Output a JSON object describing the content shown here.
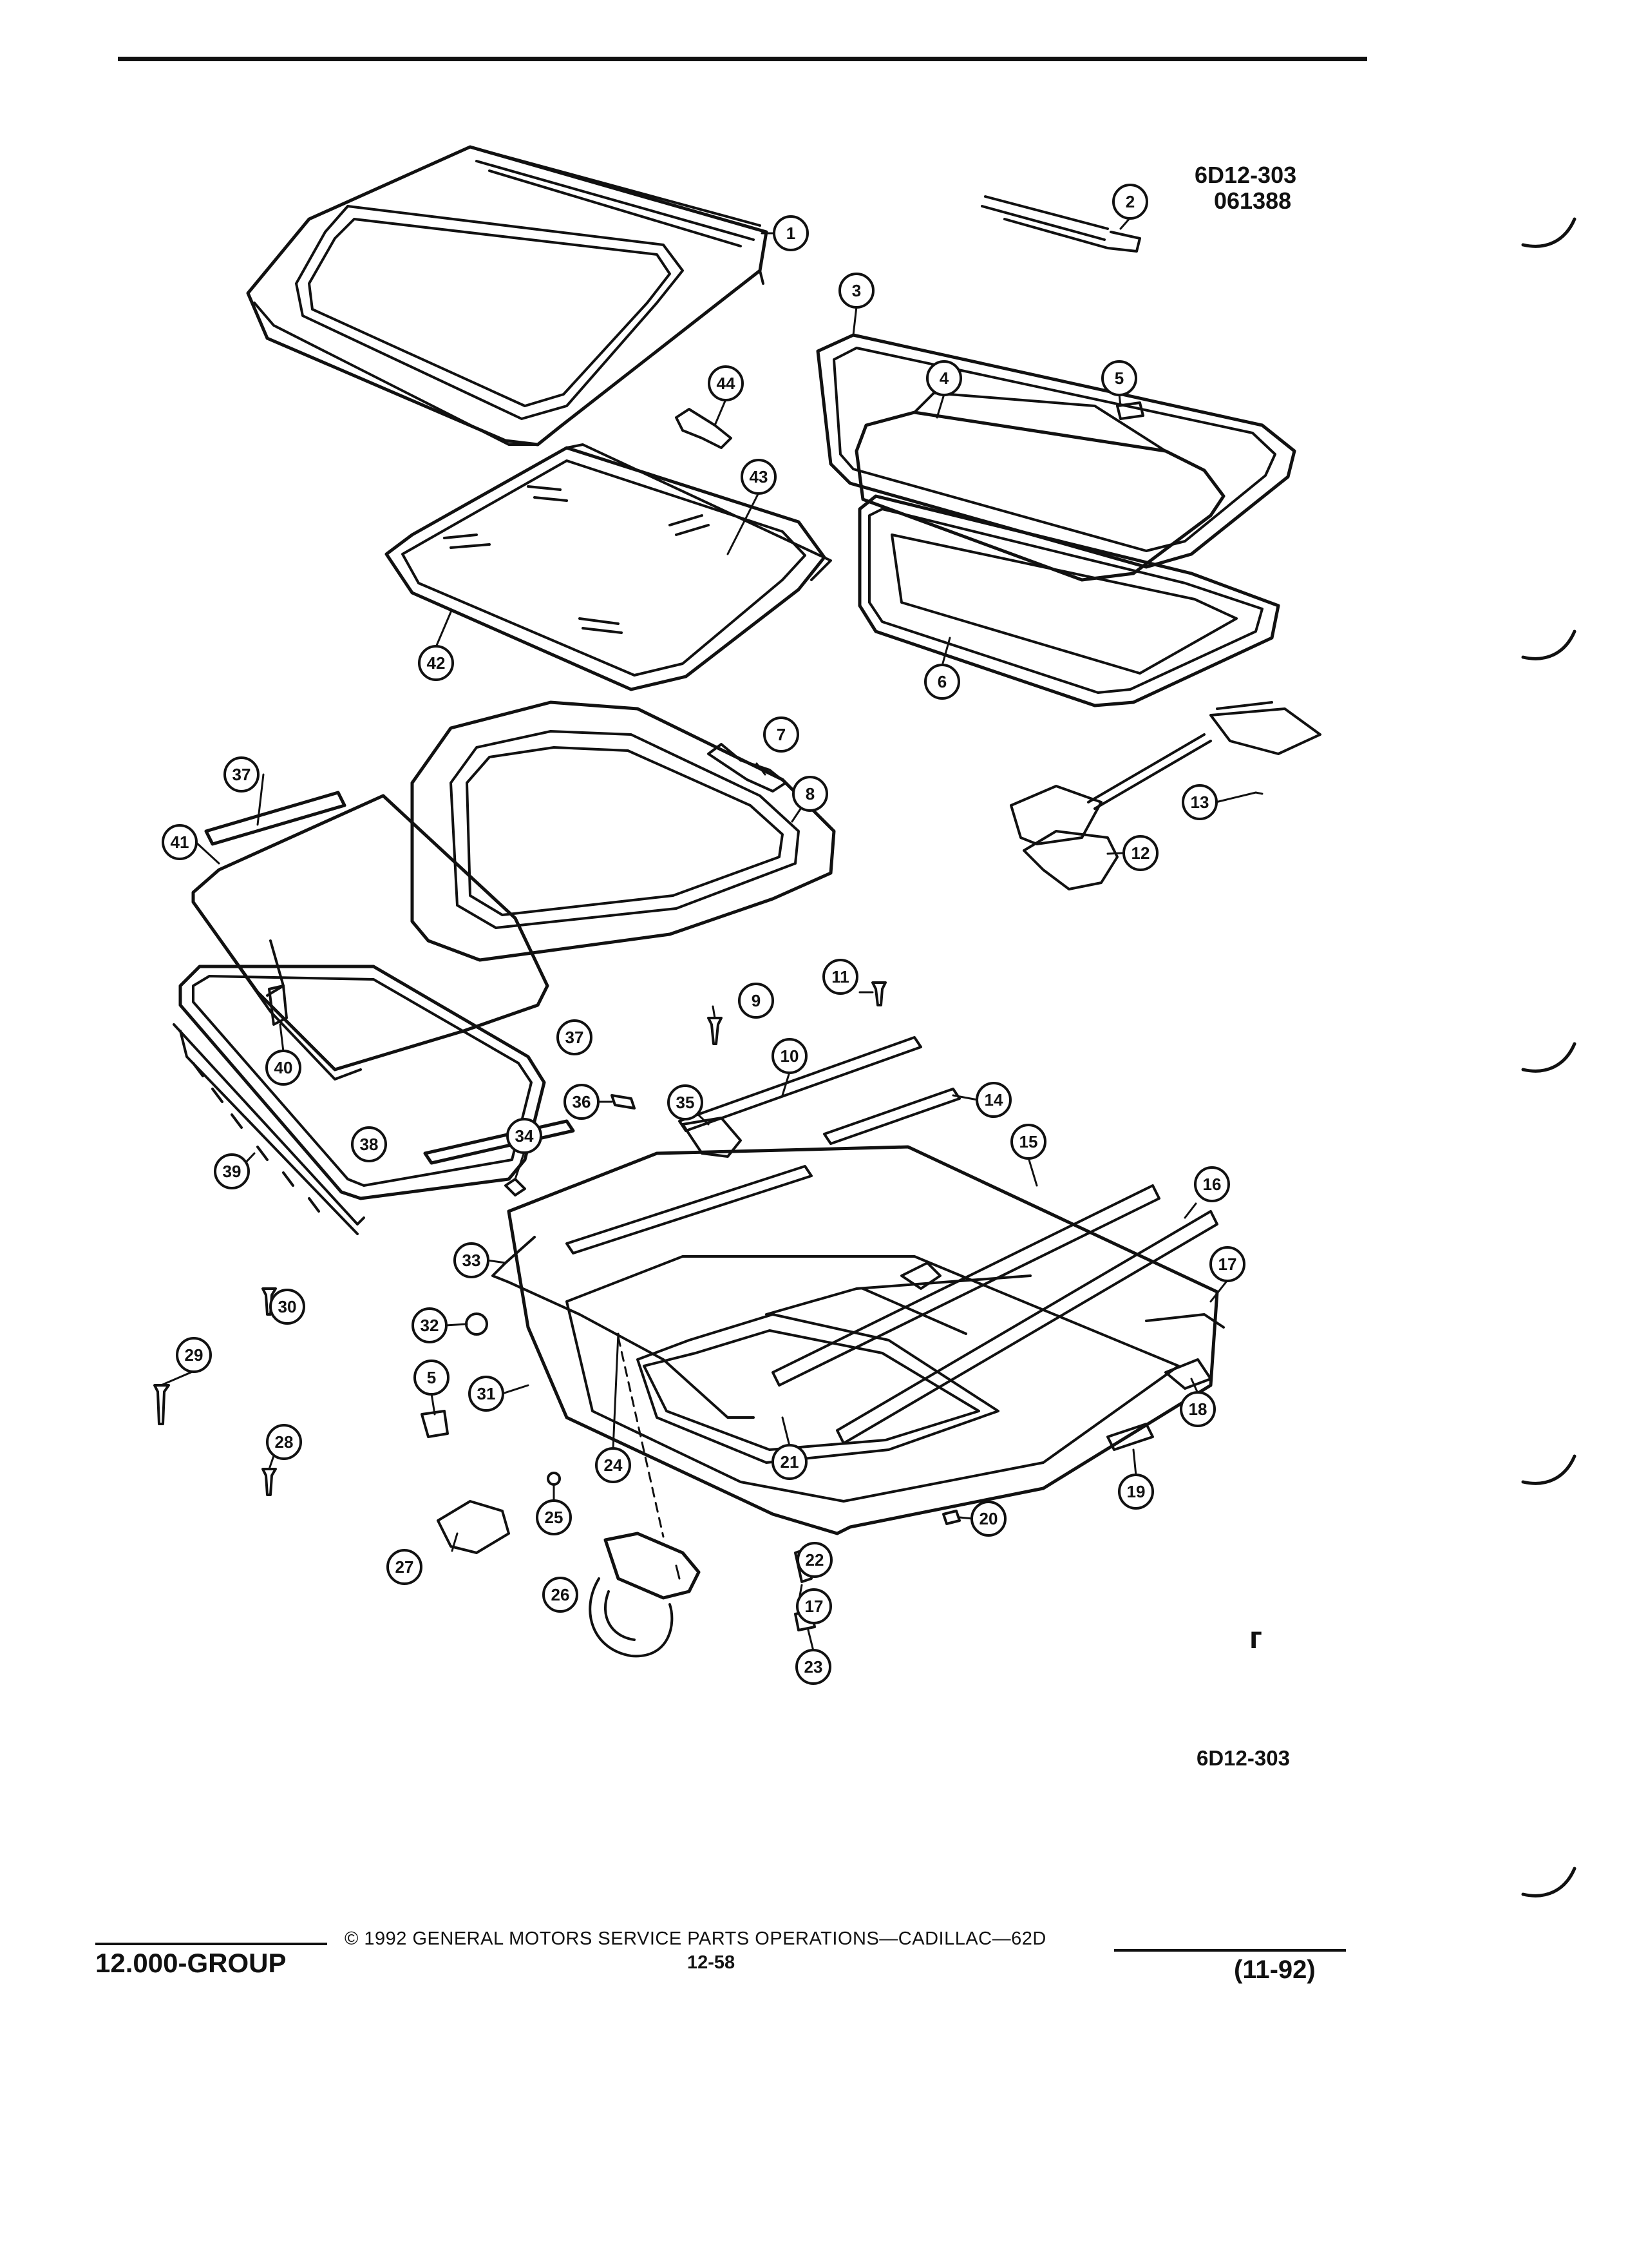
{
  "header": {
    "figure_code": "6D12-303",
    "figure_date": "061388"
  },
  "diagram": {
    "callouts": [
      "1",
      "2",
      "3",
      "4",
      "5",
      "6",
      "7",
      "8",
      "9",
      "10",
      "11",
      "12",
      "13",
      "14",
      "15",
      "16",
      "17",
      "18",
      "19",
      "20",
      "21",
      "22",
      "17",
      "23",
      "24",
      "25",
      "26",
      "27",
      "28",
      "29",
      "30",
      "31",
      "32",
      "33",
      "34",
      "35",
      "36",
      "37",
      "37",
      "38",
      "39",
      "40",
      "41",
      "42",
      "43",
      "44",
      "5"
    ],
    "corner_mark": "ᴦ",
    "figure_ref": "6D12-303"
  },
  "footer": {
    "group": "12.000-GROUP",
    "copyright": "©  1992  GENERAL MOTORS SERVICE PARTS OPERATIONS—CADILLAC—62D",
    "page": "12-58",
    "date": "(11-92)"
  },
  "colors": {
    "ink": "#111111",
    "paper": "#ffffff"
  }
}
